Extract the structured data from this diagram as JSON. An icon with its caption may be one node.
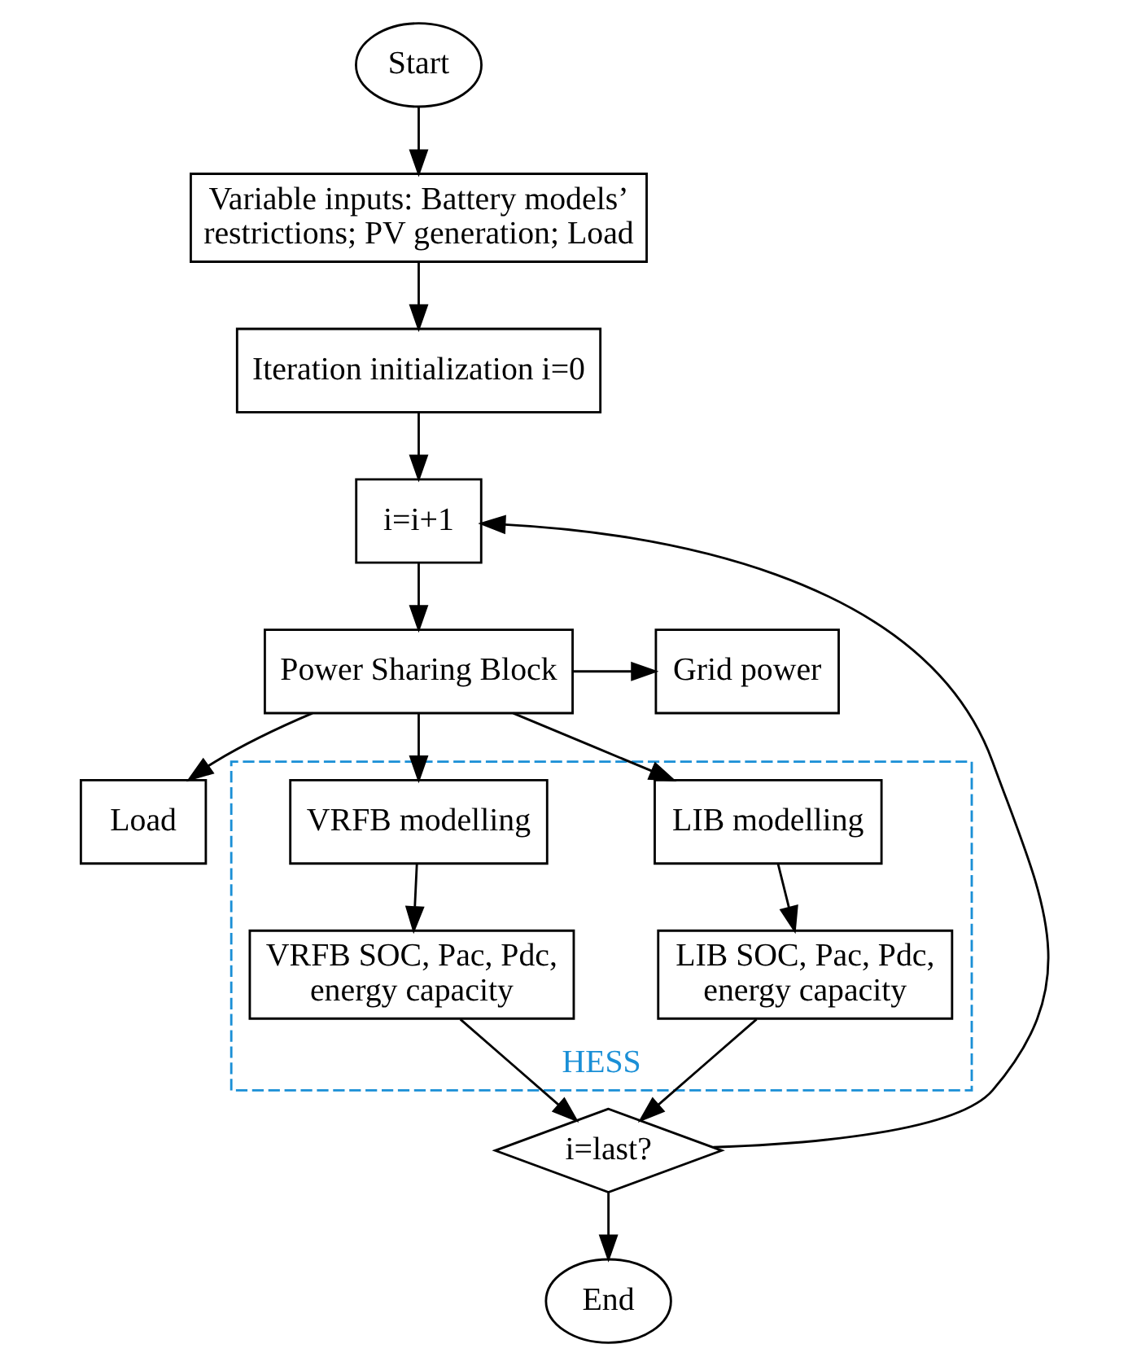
{
  "diagram": {
    "nodes": [
      {
        "text": [
          "Start"
        ]
      },
      {
        "text": [
          "Variable inputs: Battery models’ restrictions; PV generation; Load"
        ]
      },
      {
        "text": [
          "Iteration initialization i=0"
        ]
      },
      {
        "text": [
          "i=i+1"
        ]
      },
      {
        "text": [
          "Power Sharing Block"
        ]
      },
      {
        "text": [
          "Grid power"
        ]
      },
      {
        "text": [
          "Load"
        ]
      },
      {
        "text": [
          "HESS"
        ]
      },
      {
        "text": [
          "LIB modelling"
        ],
        "in": 7
      },
      {
        "text": [
          "VRFB modelling"
        ],
        "in": 7
      },
      {
        "text": [
          "LIB SOC, Pac, Pdc, energy capacity"
        ],
        "in": 7
      },
      {
        "text": [
          "VRFB SOC, Pac, Pdc, energy capacity"
        ],
        "in": 7
      },
      {
        "text": [
          "i=last?"
        ]
      },
      {
        "text": [
          "End"
        ]
      }
    ],
    "edges": [
      {
        "from": 0,
        "to": 1,
        "arrow": "to"
      },
      {
        "from": 1,
        "to": 2,
        "arrow": "to"
      },
      {
        "from": 2,
        "to": 3,
        "arrow": "to"
      },
      {
        "from": 3,
        "to": 4,
        "arrow": "to"
      },
      {
        "from": 4,
        "to": 5,
        "arrow": "to"
      },
      {
        "from": 4,
        "to": 6,
        "arrow": "to"
      },
      {
        "from": 4,
        "to": 8,
        "arrow": "to"
      },
      {
        "from": 4,
        "to": 9,
        "arrow": "to"
      },
      {
        "from": 8,
        "to": 10,
        "arrow": "to"
      },
      {
        "from": 9,
        "to": 11,
        "arrow": "to"
      },
      {
        "from": 10,
        "to": 12,
        "arrow": "to"
      },
      {
        "from": 11,
        "to": 12,
        "arrow": "to"
      },
      {
        "from": 12,
        "to": 3,
        "arrow": "to"
      },
      {
        "from": 12,
        "to": 13,
        "arrow": "to"
      }
    ]
  }
}
